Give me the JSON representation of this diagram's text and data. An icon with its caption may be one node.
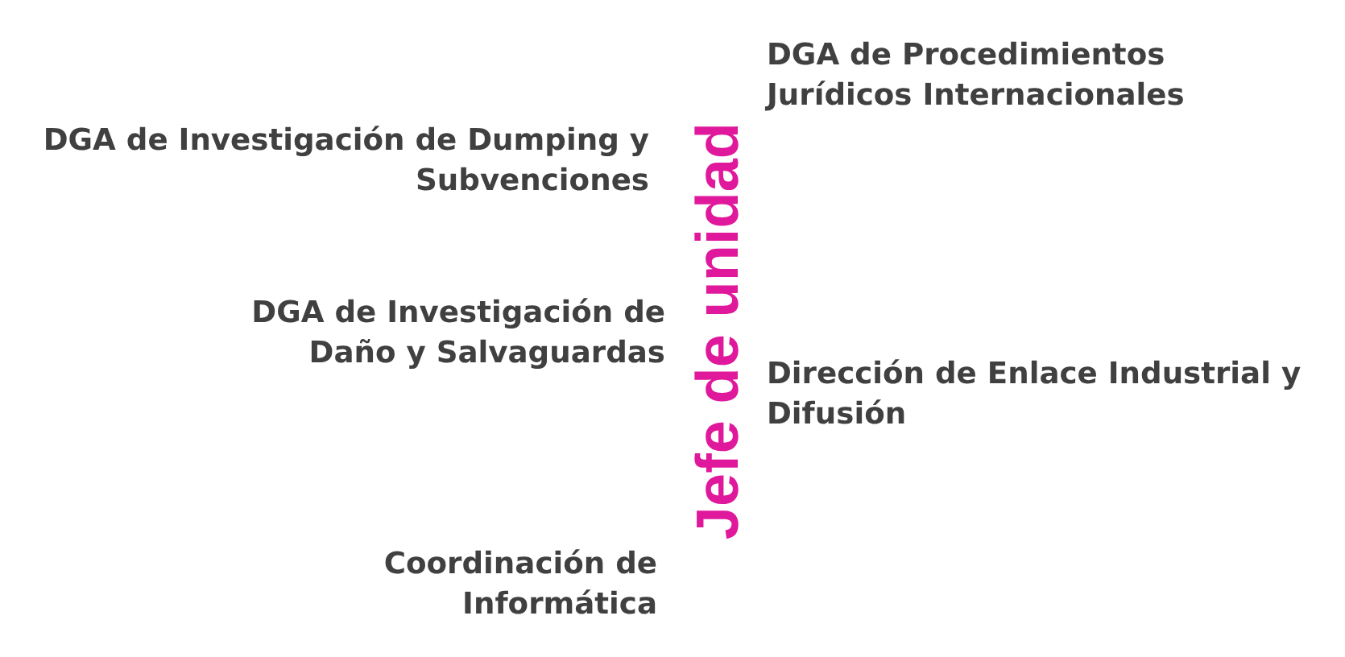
{
  "diagram": {
    "labels": [
      "DGA de Procedimientos Jurídicos Internacionales",
      "DGA de Investigación de Dumping y Subvenciones",
      "Jefe de unidad",
      "DGA de Investigación de Daño y Salvaguardas",
      "Dirección de Enlace Industrial y Difusión",
      "Coordinación de Informática"
    ]
  }
}
